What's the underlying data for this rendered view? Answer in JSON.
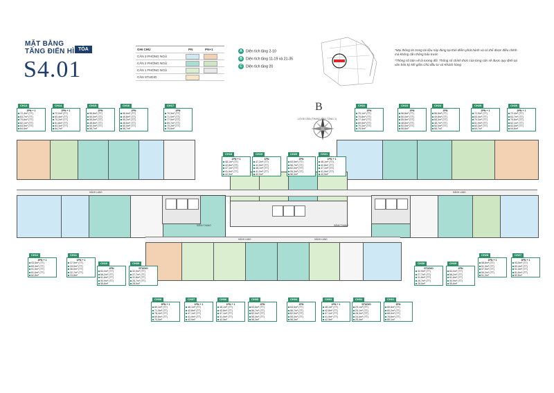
{
  "header": {
    "title_line1": "MẶT BẰNG",
    "title_line2": "TẦNG ĐIỂN HÌNH",
    "tag": "TÒA",
    "building": "S4.01"
  },
  "legend": {
    "col_label": "GHI CHÚ",
    "col_pn": "PN",
    "col_pn1": "PN+1",
    "rows": [
      {
        "label": "CĂN 3 PHÒNG NGỦ",
        "pn_color": "#cfe8f6",
        "pn1_color": "#f3d2b4"
      },
      {
        "label": "CĂN 2 PHÒNG NGỦ",
        "pn_color": "#a8ddd4",
        "pn1_color": "#cfe6c2"
      },
      {
        "label": "CĂN 1 PHÒNG NGỦ",
        "pn_color": "#dbeed0",
        "pn1_color": "#e7e7e7"
      },
      {
        "label": "CĂN STUDIO",
        "pn_color": "",
        "pn1_color": ""
      }
    ]
  },
  "area_legend": [
    {
      "icon": "A",
      "label": "Diện tích tầng 2-10"
    },
    {
      "icon": "B",
      "label": "Diện tích tầng 11-19 và 21-35"
    },
    {
      "icon": "C",
      "label": "Diện tích tầng 20"
    }
  ],
  "notes": [
    "*Mọi thông tin trong tài liệu này đúng tại thời điểm phát hành và có thể được điều chỉnh mà không cần thông báo trước",
    "*Thông số bản vẽ là tương đối. Thông số chính thức của từng căn sẽ được quy định tại văn bản ký kết giữa Chủ đầu tư và Khách hàng"
  ],
  "compass": {
    "letter": "B",
    "caption": "LỐI ĐI DẪN (THANG MÁY TẦNG 1)"
  },
  "corridors": [
    "HÀNH LANG",
    "HÀNH LANG",
    "HÀNH LANG",
    "HÀNH LANG",
    "SẢNH THANG",
    "SẢNH THANG"
  ],
  "colors": {
    "green": "#2f8f66",
    "navy": "#1d3d6b",
    "blue3": "#cfe8f6",
    "peach": "#f3d2b4",
    "teal2": "#a8ddd4",
    "green1": "#dbeed0"
  },
  "units_top": [
    {
      "code": "CH13",
      "type": "2PN + 1",
      "lines": [
        "72,4m² (TT)",
        "63,7m² (TT)",
        "70,6m² (TT)",
        "62,1m² (TT)",
        "63,5m² (TT)",
        "64,6m²"
      ]
    },
    {
      "code": "CH14",
      "type": "2PN + 1",
      "lines": [
        "72,0m² (TT)",
        "63,4m² (TT)",
        "70,2m² (TT)",
        "61,8m² (TT)",
        "63,3m² (TT)",
        "64,7m²"
      ]
    },
    {
      "code": "CH15",
      "type": "2PN",
      "lines": [
        "56,8m² (TT)",
        "50,0m² (TT)",
        "55,5m² (TT)",
        "48,8m² (TT)",
        "50,0m² (TT)",
        "56,7m²"
      ]
    },
    {
      "code": "CH16",
      "type": "2PN",
      "lines": [
        "56,6m² (TT)",
        "49,8m² (TT)",
        "55,2m² (TT)",
        "48,6m² (TT)",
        "50,0m² (TT)",
        "56,7m²"
      ]
    },
    {
      "code": "CH17",
      "type": "2PN",
      "lines": [
        "79,3m² (TT)",
        "71,0m² (TT)",
        "77,5m² (TT)",
        "69,7m² (TT)",
        "70,2m² (TT)",
        "75,6m²"
      ]
    },
    {
      "code": "CH22",
      "type": "2PN",
      "lines": [
        "79,1m² (TT)",
        "70,8m² (TT)",
        "77,4m² (TT)",
        "69,5m² (TT)",
        "70,3m² (TT)",
        "75,5m²"
      ]
    },
    {
      "code": "CH23",
      "type": "2PN",
      "lines": [
        "56,8m² (TT)",
        "50,0m² (TT)",
        "55,5m² (TT)",
        "48,8m² (TT)",
        "50,0m² (TT)",
        "56,8m²"
      ]
    },
    {
      "code": "CH24",
      "type": "2PN",
      "lines": [
        "56,6m² (TT)",
        "49,8m² (TT)",
        "55,3m² (TT)",
        "48,7m² (TT)",
        "50,0m² (TT)",
        "56,7m²"
      ]
    },
    {
      "code": "CH25",
      "type": "2PN + 1",
      "lines": [
        "72,0m² (TT)",
        "63,4m² (TT)",
        "70,3m² (TT)",
        "61,9m² (TT)",
        "63,3m² (TT)",
        "64,7m²"
      ]
    },
    {
      "code": "CH26",
      "type": "2PN + 1",
      "lines": [
        "72,4m² (TT)",
        "63,7m² (TT)",
        "70,6m² (TT)",
        "62,1m² (TT)",
        "63,5m² (TT)",
        "64,6m²"
      ]
    }
  ],
  "units_mid": [
    {
      "code": "CH18",
      "type": "1PN + 1",
      "lines": [
        "48,1m² (TT)",
        "42,8m² (TT)",
        "47,1m² (TT)",
        "41,9m² (TT)",
        "42,9m²"
      ]
    },
    {
      "code": "CH19",
      "type": "1PN",
      "lines": [
        "47,2m² (TT)",
        "41,9m² (TT)",
        "46,1m² (TT)",
        "41,0m² (TT)",
        "42,0m²"
      ]
    },
    {
      "code": "CH20",
      "type": "2PN",
      "lines": [
        "63,5m² (TT)",
        "56,7m² (TT)",
        "62,0m² (TT)",
        "55,3m² (TT)",
        "56,3m²"
      ]
    },
    {
      "code": "CH21",
      "type": "1PN + 1",
      "lines": [
        "48,1m² (TT)",
        "42,8m² (TT)",
        "47,1m² (TT)",
        "41,9m² (TT)",
        "42,9m²"
      ]
    }
  ],
  "units_left": [
    {
      "code": "CH12",
      "type": "3PN + 1",
      "lines": [
        "93,5m² (TT)",
        "83,4m² (TT)",
        "91,5m² (TT)",
        "81,6m² (TT)",
        "82,8m²"
      ]
    },
    {
      "code": "CH11",
      "type": "1PN + 1",
      "lines": [
        "37,5m² (TT)",
        "33,5m² (TT)",
        "36,6m² (TT)",
        "32,7m² (TT)",
        "33,8m²"
      ]
    },
    {
      "code": "CH10",
      "type": "2PN",
      "lines": [
        "63,0m² (TT)",
        "56,2m² (TT)",
        "61,6m² (TT)",
        "54,9m² (TT)",
        "55,8m²"
      ]
    },
    {
      "code": "CH09",
      "type": "STUDIO",
      "lines": [
        "32,9m² (TT)",
        "27,7m² (TT)",
        "31,8m² (TT)",
        "26,7m² (TT)",
        "28,5m²"
      ]
    }
  ],
  "units_right": [
    {
      "code": "CH30",
      "type": "STUDIO",
      "lines": [
        "32,9m² (TT)",
        "27,7m² (TT)",
        "31,8m² (TT)",
        "26,7m² (TT)",
        "28,5m²"
      ]
    },
    {
      "code": "CH29",
      "type": "2PN",
      "lines": [
        "63,0m² (TT)",
        "56,2m² (TT)",
        "61,6m² (TT)",
        "54,9m² (TT)",
        "55,8m²"
      ]
    },
    {
      "code": "CH28",
      "type": "1PN + 1",
      "lines": [
        "58,8m² (TT)",
        "51,3m² (TT)",
        "57,5m² (TT)",
        "50,2m² (TT)",
        "51,3m²"
      ]
    },
    {
      "code": "CH27",
      "type": "3PN + 1",
      "lines": [
        "93,5m² (TT)",
        "83,4m² (TT)",
        "91,5m² (TT)",
        "81,6m² (TT)",
        "82,8m²"
      ]
    }
  ],
  "units_bottom": [
    {
      "code": "CH08",
      "type": "3PN + 1",
      "lines": [
        "80,1m² (TT)",
        "71,3m² (TT)",
        "78,4m² (TT)",
        "69,8m² (TT)",
        "70,5m²"
      ]
    },
    {
      "code": "CH07",
      "type": "1PN + 1",
      "lines": [
        "48,1m² (TT)",
        "42,8m² (TT)",
        "47,1m² (TT)",
        "41,9m² (TT)",
        "42,9m²"
      ]
    },
    {
      "code": "CH06",
      "type": "1PN + 1",
      "lines": [
        "48,1m² (TT)",
        "42,8m² (TT)",
        "47,1m² (TT)",
        "41,9m² (TT)",
        "42,9m²"
      ]
    },
    {
      "code": "CH05",
      "type": "2PN",
      "lines": [
        "63,5m² (TT)",
        "56,7m² (TT)",
        "62,0m² (TT)",
        "55,3m² (TT)",
        "56,3m²"
      ]
    },
    {
      "code": "CH04",
      "type": "2PN",
      "lines": [
        "63,5m² (TT)",
        "56,7m² (TT)",
        "62,0m² (TT)",
        "55,3m² (TT)",
        "56,3m²"
      ]
    },
    {
      "code": "CH03",
      "type": "1PN + 1",
      "lines": [
        "48,1m² (TT)",
        "42,8m² (TT)",
        "47,1m² (TT)",
        "41,9m² (TT)",
        "42,9m²"
      ]
    },
    {
      "code": "CH02",
      "type": "STUDIO",
      "lines": [
        "29,1m² (TT)",
        "25,1m² (TT)",
        "28,3m² (TT)",
        "24,4m² (TT)",
        "25,4m²"
      ]
    },
    {
      "code": "CH01",
      "type": "3PN",
      "lines": [
        "89,8m² (TT)",
        "80,2m² (TT)",
        "88,0m² (TT)",
        "78,6m² (TT)",
        "80,1m²"
      ]
    }
  ]
}
